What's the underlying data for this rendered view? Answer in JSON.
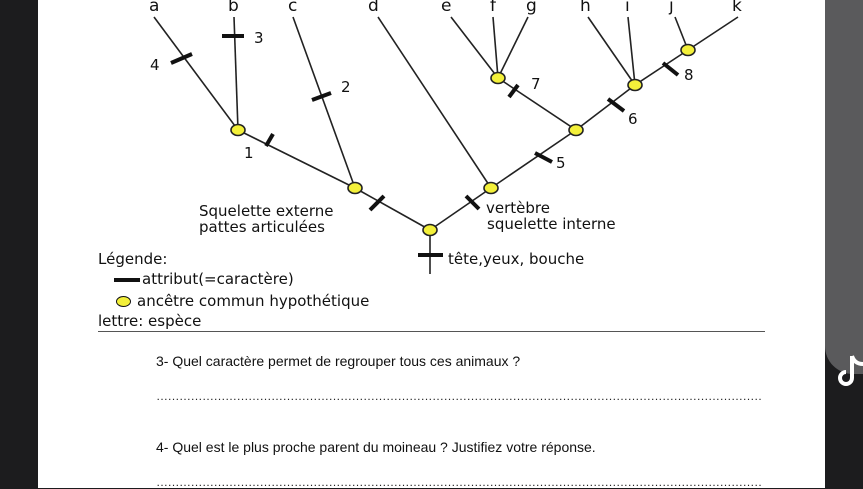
{
  "species": [
    "a",
    "b",
    "c",
    "d",
    "e",
    "f",
    "g",
    "h",
    "i",
    "j",
    "k"
  ],
  "characters": [
    "1",
    "2",
    "3",
    "4",
    "5",
    "6",
    "7",
    "8"
  ],
  "annotations": {
    "skeleton_ext_line1": "Squelette externe",
    "skeleton_ext_line2": "pattes articulées",
    "vertebre_line1": "vertèbre",
    "vertebre_line2": "squelette interne",
    "root": "tête,yeux, bouche"
  },
  "legend": {
    "title": "Légende:",
    "attribute": "attribut(=caractère)",
    "ancestor": "ancêtre commun hypothétique",
    "letter": "lettre: espèce"
  },
  "questions": [
    {
      "text": "3-  Quel caractère permet de regrouper tous ces animaux ?",
      "answer_line": "…………………………………………………………………………………………………………………………………………………………………"
    },
    {
      "text": "4-  Quel est le plus proche parent du moineau ? Justifiez votre réponse.",
      "answer_line": "…………………………………………………………………………………………………………………………………………………………………"
    }
  ],
  "colors": {
    "node_fill": "#f3f03a",
    "page": "#ffffff",
    "frame": "#1c1c1e",
    "panel": "#5a5a5c"
  },
  "icons": {
    "side": "tiktok-icon"
  }
}
